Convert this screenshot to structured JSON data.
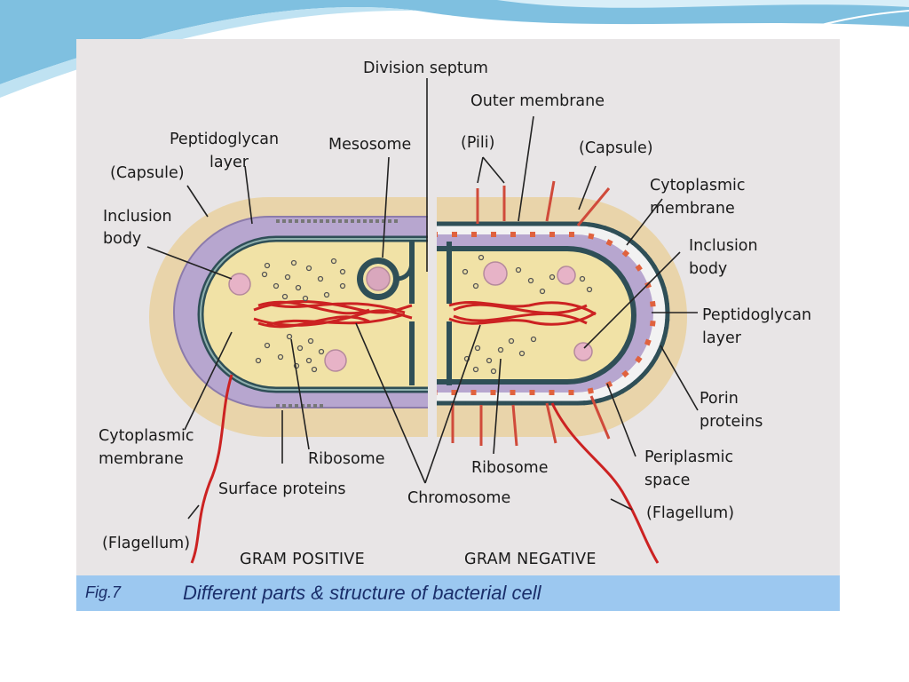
{
  "diagram": {
    "labels": {
      "division_septum": "Division septum",
      "outer_membrane": "Outer membrane",
      "mesosome": "Mesosome",
      "pili": "(Pili)",
      "capsule_right": "(Capsule)",
      "peptidoglycan_left_1": "Peptidoglycan",
      "peptidoglycan_left_2": "layer",
      "capsule_left": "(Capsule)",
      "inclusion_left_1": "Inclusion",
      "inclusion_left_2": "body",
      "cytoplasmic_right_1": "Cytoplasmic",
      "cytoplasmic_right_2": "membrane",
      "inclusion_right_1": "Inclusion",
      "inclusion_right_2": "body",
      "peptidoglycan_right_1": "Peptidoglycan",
      "peptidoglycan_right_2": "layer",
      "porin_1": "Porin",
      "porin_2": "proteins",
      "cytoplasmic_left_1": "Cytoplasmic",
      "cytoplasmic_left_2": "membrane",
      "ribosome_left": "Ribosome",
      "ribosome_right": "Ribosome",
      "periplasmic_1": "Periplasmic",
      "periplasmic_2": "space",
      "surface_proteins": "Surface proteins",
      "chromosome": "Chromosome",
      "flagellum_right": "(Flagellum)",
      "flagellum_left": "(Flagellum)",
      "gram_positive": "GRAM POSITIVE",
      "gram_negative": "GRAM NEGATIVE"
    }
  },
  "caption": {
    "fig_number": "Fig.7",
    "title": "Different parts & structure of bacterial cell"
  },
  "colors": {
    "capsule": "#e9d4aa",
    "peptidoglycan": "#b7a6cf",
    "cytoplasm": "#f1e2a6",
    "membrane": "#2f4f57",
    "chromosome": "#cc2222",
    "caption_bar": "#9cc8f0"
  }
}
